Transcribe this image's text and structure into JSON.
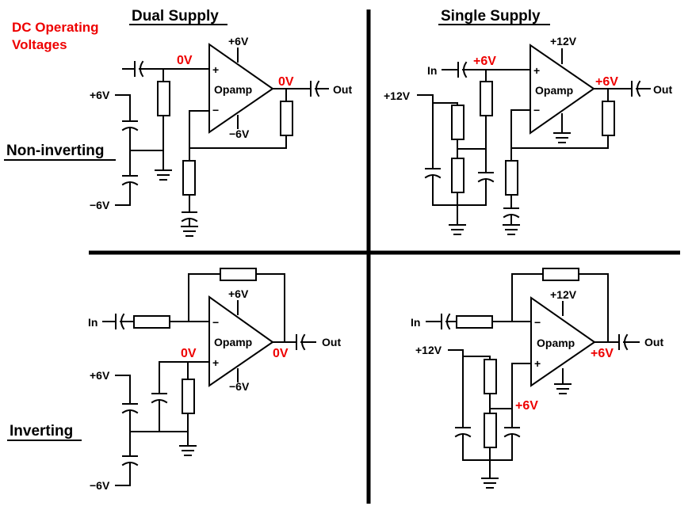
{
  "legend": {
    "line1": "DC Operating",
    "line2": "Voltages",
    "color": "#ee0000"
  },
  "headers": {
    "dual": "Dual Supply",
    "single": "Single Supply",
    "noninverting": "Non-inverting",
    "inverting": "Inverting"
  },
  "labels": {
    "in": "In",
    "out": "Out",
    "opamp": "Opamp",
    "plus": "+",
    "minus": "−",
    "p6": "+6V",
    "m6": "−6V",
    "p12": "+12V",
    "v0": "0V",
    "v6": "+6V"
  }
}
